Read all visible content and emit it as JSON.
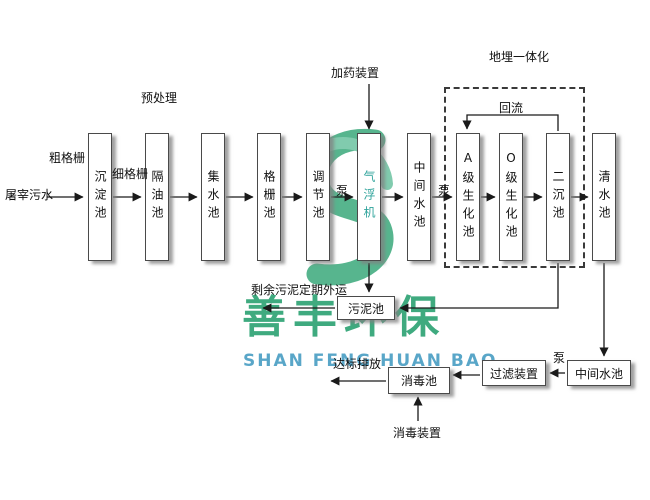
{
  "colors": {
    "watermark_green": "#2fa375",
    "watermark_blue": "#4b9fc4",
    "box_border": "#4a4a4a",
    "arrow": "#1a1a1a"
  },
  "flow": {
    "source": "屠宰污水",
    "coarse_screen": "粗格栅",
    "fine_screen": "细格栅",
    "pretreatment": "预处理",
    "dosing_device": "加药装置",
    "buried_integration": "地埋一体化",
    "reflux": "回流",
    "pump_a": "泵",
    "pump_b": "泵",
    "pump_c": "泵",
    "tanks": [
      "沉淀池",
      "隔油池",
      "集水池",
      "格栅池",
      "调节池",
      "气浮机",
      "中间水池",
      "A级生化池",
      "O级生化池",
      "二沉池",
      "清水池"
    ],
    "sludge_tank": "污泥池",
    "sludge_note": "剩余污泥定期外运",
    "intermediate_tank2": "中间水池",
    "filter_device": "过滤装置",
    "disinfection_tank": "消毒池",
    "disinfection_device": "消毒装置",
    "discharge": "达标排放"
  },
  "watermark": {
    "cn": "善丰环保",
    "en": "SHAN FENG HUAN BAO"
  }
}
